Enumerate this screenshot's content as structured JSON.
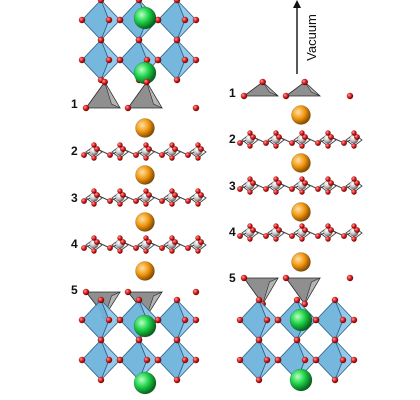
{
  "structure": {
    "layer_labels": [
      "1",
      "2",
      "3",
      "4",
      "5"
    ],
    "vacuum_label": "Vacuum",
    "colors": {
      "octahedron_blue": "#6fb3dc",
      "octahedron_edge": "#2c5f86",
      "tetra_gray": "#8f8f8f",
      "oxygen_red": "#e02020",
      "metal_silver": "#cfcfcf",
      "large_green": "#21d94a",
      "interlayer_orange": "#f09a12",
      "arrow": "#111111"
    }
  }
}
